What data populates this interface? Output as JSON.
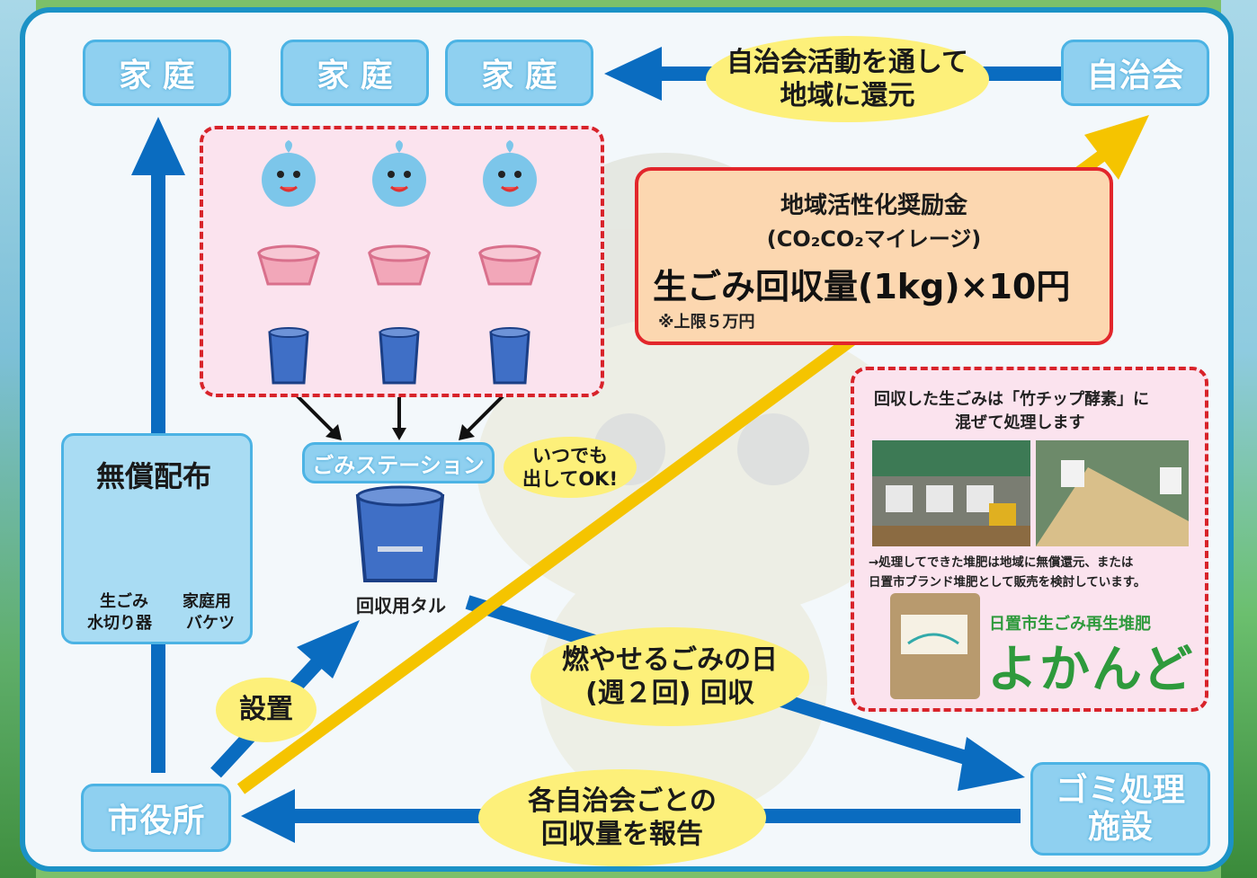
{
  "nodes": {
    "home1": "家 庭",
    "home2": "家 庭",
    "home3": "家 庭",
    "jichikai": "自治会",
    "shiyakusho": "市役所",
    "gomi_shori_line1": "ゴミ処理",
    "gomi_shori_line2": "施設",
    "gomi_station": "ごみステーション"
  },
  "labels": {
    "return_line1": "自治会活動を通して",
    "return_line2": "地域に還元",
    "anytime_line1": "いつでも",
    "anytime_line2": "出してOK!",
    "setchi": "設置",
    "burnable_line1": "燃やせるごみの日",
    "burnable_line2": "(週２回) 回収",
    "report_line1": "各自治会ごとの",
    "report_line2": "回収量を報告",
    "collection_bucket": "回収用タル"
  },
  "free_dist": {
    "title": "無償配布",
    "item1_line1": "生ごみ",
    "item1_line2": "水切り器",
    "item2_line1": "家庭用",
    "item2_line2": "バケツ"
  },
  "incentive": {
    "title": "地域活性化奨励金",
    "subtitle": "(CO₂CO₂マイレージ)",
    "formula": "生ごみ回収量(1kg)×10円",
    "note": "※上限５万円"
  },
  "compost": {
    "heading_line1": "回収した生ごみは「竹チップ酵素」に",
    "heading_line2": "混ぜて処理します",
    "desc_line1": "→処理してできた堆肥は地域に無償還元、または",
    "desc_line2": "日置市ブランド堆肥として販売を検討しています。",
    "brand_sub": "日置市生ごみ再生堆肥",
    "brand_name": "よかんど"
  },
  "colors": {
    "frame": "#1b92c6",
    "box_fill": "#8fd0f0",
    "arrow_blue": "#0a6cc0",
    "arrow_yellow": "#f5c400",
    "oval": "#fdf07a",
    "red_dashed": "#d8232a",
    "brand_green": "#2e9a3c"
  }
}
